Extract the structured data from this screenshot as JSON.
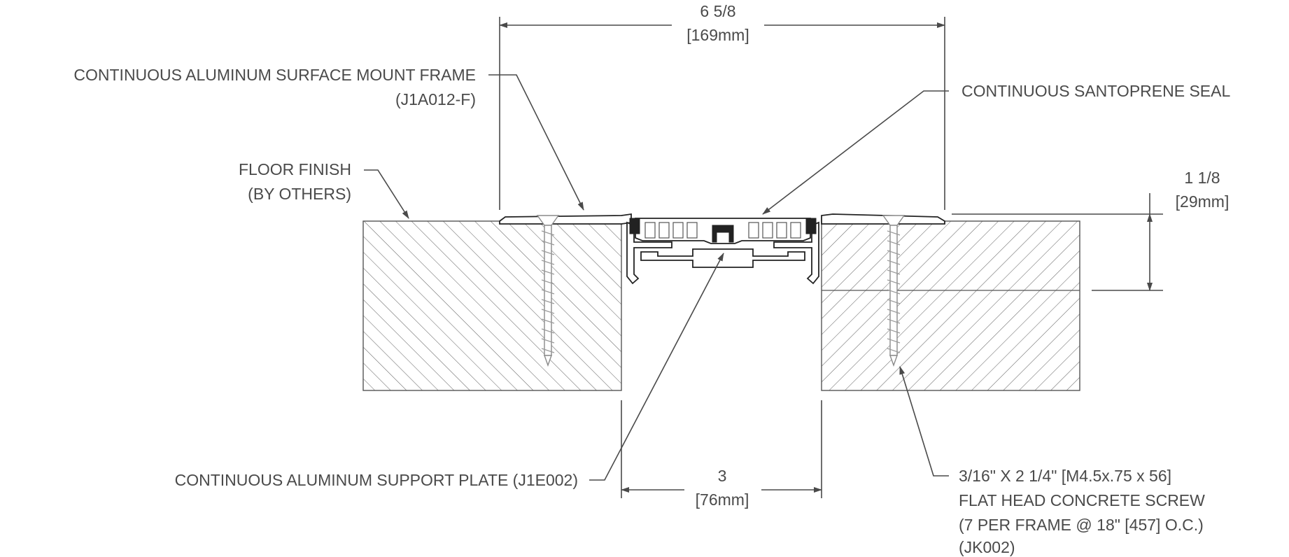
{
  "labels": {
    "frame_line1": "CONTINUOUS ALUMINUM SURFACE MOUNT FRAME",
    "frame_line2": "(J1A012-F)",
    "floor_line1": "FLOOR FINISH",
    "floor_line2": "(BY OTHERS)",
    "seal": "CONTINUOUS SANTOPRENE SEAL",
    "plate": "CONTINUOUS ALUMINUM SUPPORT PLATE (J1E002)",
    "screw_line1": "3/16\" X 2 1/4\" [M4.5x.75 x 56]",
    "screw_line2": "FLAT HEAD CONCRETE SCREW",
    "screw_line3": "(7 PER FRAME @ 18\" [457] O.C.)",
    "screw_line4": "(JK002)"
  },
  "dimensions": {
    "overall_width": "6 5/8",
    "overall_width_mm": "[169mm]",
    "depth": "1 1/8",
    "depth_mm": "[29mm]",
    "joint_gap": "3",
    "joint_gap_mm": "[76mm]"
  },
  "colors": {
    "line": "#4a4a4a",
    "part": "#222222",
    "hatch": "#6a6a6a",
    "screw": "#8a8a8a"
  }
}
